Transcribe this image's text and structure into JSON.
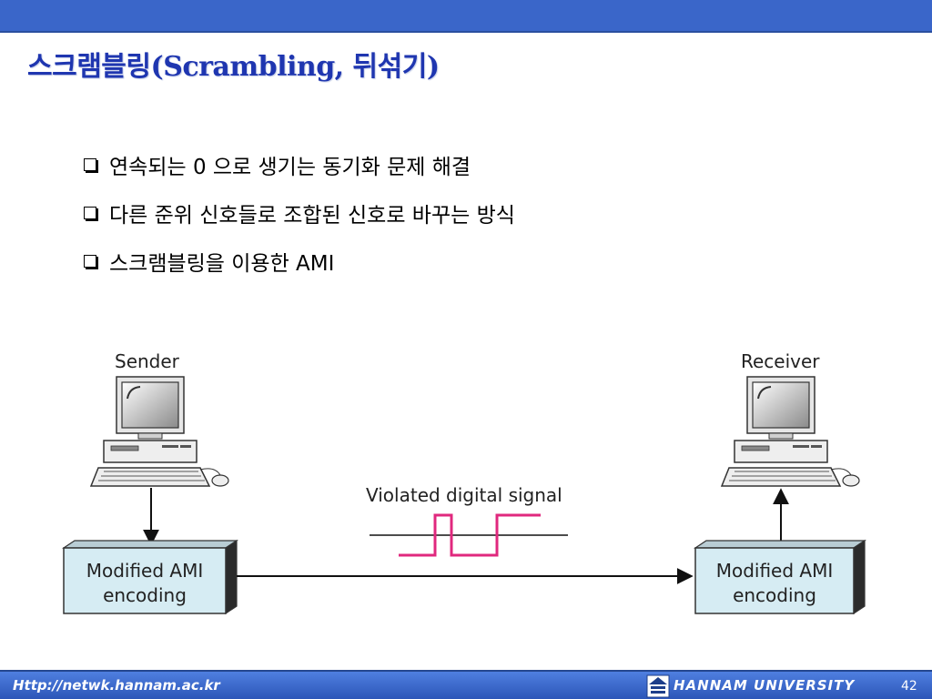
{
  "title": "스크램블링(Scrambling, 뒤섞기)",
  "bullets": [
    "연속되는 0 으로 생기는 동기화 문제 해결",
    "다른 준위 신호들로 조합된 신호로 바꾸는 방식",
    "스크램블링을 이용한 AMI"
  ],
  "diagram": {
    "sender_label": "Sender",
    "receiver_label": "Receiver",
    "signal_label": "Violated digital signal",
    "encoder_left": [
      "Modified AMI",
      "encoding"
    ],
    "encoder_right": [
      "Modified AMI",
      "encoding"
    ],
    "icons": [
      "computer-icon",
      "computer-icon"
    ]
  },
  "footer": {
    "url": "Http://netwk.hannam.ac.kr",
    "university": "HANNAM  UNIVERSITY",
    "page": "42"
  },
  "colors": {
    "header_blue": "#3a66c9",
    "title_blue": "#1f36b0",
    "signal_magenta": "#e0287e",
    "box_fill": "#d6ecf3"
  }
}
